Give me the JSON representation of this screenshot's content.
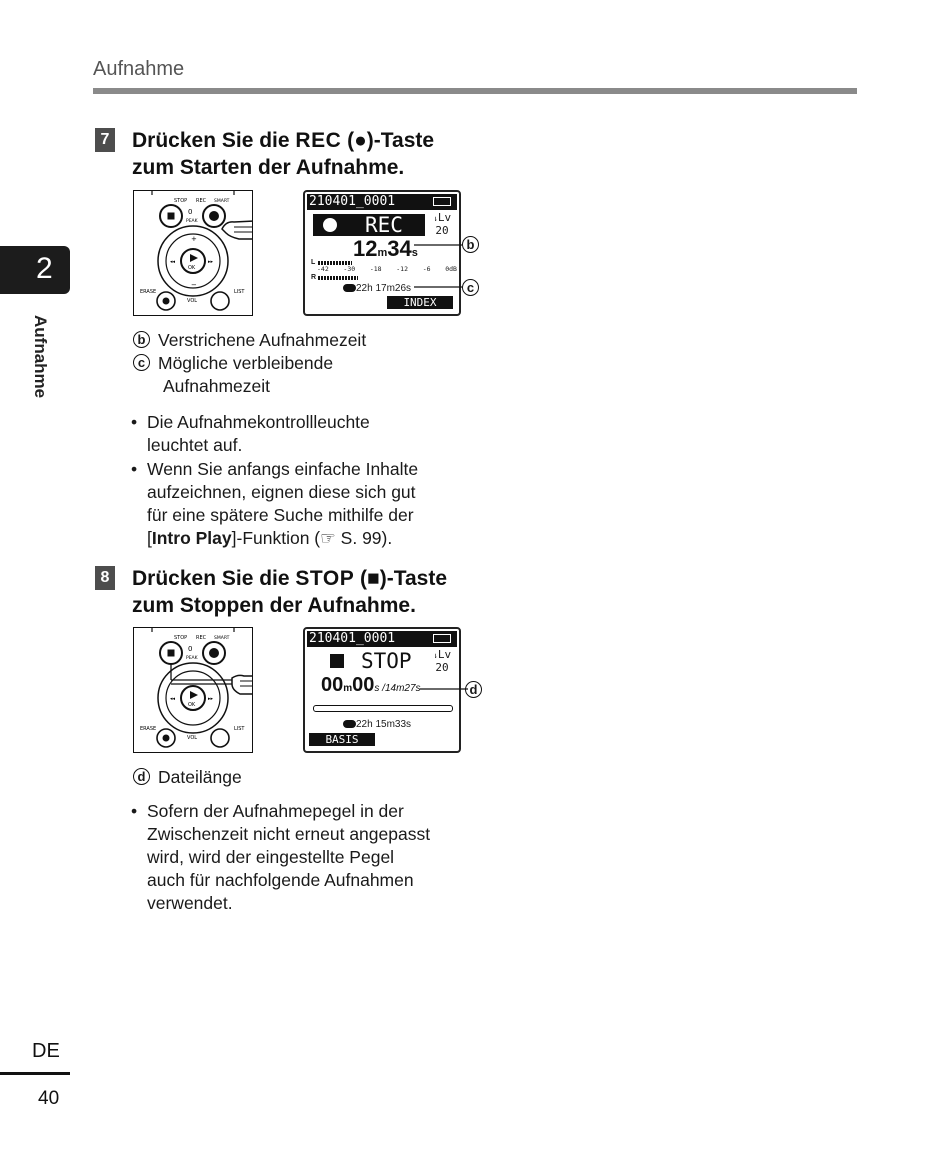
{
  "header": {
    "section_title": "Aufnahme"
  },
  "sidebar": {
    "chapter_number": "2",
    "chapter_label": "Aufnahme"
  },
  "step7": {
    "number": "7",
    "line1_pre": "Drücken Sie die ",
    "key": "REC",
    "line1_post": " (●)-Taste",
    "line2": "zum Starten der Aufnahme.",
    "lcd": {
      "filename": "210401_0001",
      "mode_label": "REC",
      "level_label": "Lv",
      "level_value": "20",
      "elapsed_min": "12",
      "elapsed_m_unit": "m",
      "elapsed_sec": "34",
      "elapsed_s_unit": "s",
      "meter_scale": [
        "-42",
        "-30",
        "-18",
        "-12",
        "-6",
        "0dB"
      ],
      "remaining": "22h 17m26s",
      "bottom_button": "INDEX"
    },
    "callouts": [
      {
        "letter": "b",
        "text": "Verstrichene Aufnahmezeit"
      },
      {
        "letter": "c",
        "text_line1": "Mögliche verbleibende",
        "text_line2": "Aufnahmezeit"
      }
    ],
    "bullets": [
      {
        "line1": "Die Aufnahmekontrollleuchte",
        "line2": "leuchtet auf."
      },
      {
        "line1": "Wenn Sie anfangs einfache Inhalte",
        "line2": "aufzeichnen, eignen diese sich gut",
        "line3": "für eine spätere Suche mithilfe der",
        "line4_pre": "[",
        "line4_bold": "Intro Play",
        "line4_post": "]-Funktion (☞ S. 99)."
      }
    ]
  },
  "step8": {
    "number": "8",
    "line1_pre": "Drücken Sie die ",
    "key": "STOP",
    "line1_post": " (■)-Taste",
    "line2": "zum Stoppen der Aufnahme.",
    "lcd": {
      "filename": "210401_0001",
      "mode_label": "STOP",
      "level_label": "Lv",
      "level_value": "20",
      "pos_min": "00",
      "pos_m_unit": "m",
      "pos_sec": "00",
      "pos_total": "s /14m27s",
      "remaining": "22h 15m33s",
      "bottom_button": "BASIS"
    },
    "callouts": [
      {
        "letter": "d",
        "text": "Dateilänge"
      }
    ],
    "bullets": [
      {
        "line1": "Sofern der Aufnahmepegel in der",
        "line2": "Zwischenzeit nicht erneut angepasst",
        "line3": "wird, wird der eingestellte Pegel",
        "line4": "auch für nachfolgende Aufnahmen",
        "line5": "verwendet."
      }
    ]
  },
  "device_labels": {
    "stop": "STOP",
    "rec": "REC",
    "smart": "SMART",
    "peak": "PEAK",
    "ok": "OK",
    "erase": "ERASE",
    "list": "LIST",
    "vol": "VOL"
  },
  "footer": {
    "language": "DE",
    "page_number": "40"
  }
}
